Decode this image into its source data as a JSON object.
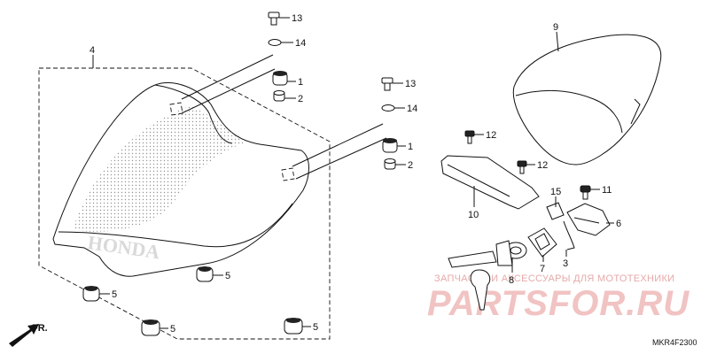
{
  "diagram": {
    "code": "MKR4F2300",
    "direction_label": "FR.",
    "seat_logo_text": "HONDA",
    "watermark": {
      "line1": "ЗАПЧАСТИ И АКСЕССУАРЫ ДЛЯ МОТОТЕХНИКИ",
      "line2": "PARTSFOR.RU"
    },
    "callouts": [
      {
        "id": "13a",
        "label": "13"
      },
      {
        "id": "14a",
        "label": "14"
      },
      {
        "id": "4",
        "label": "4"
      },
      {
        "id": "1a",
        "label": "1"
      },
      {
        "id": "2a",
        "label": "2"
      },
      {
        "id": "13b",
        "label": "13"
      },
      {
        "id": "14b",
        "label": "14"
      },
      {
        "id": "1b",
        "label": "1"
      },
      {
        "id": "2b",
        "label": "2"
      },
      {
        "id": "9",
        "label": "9"
      },
      {
        "id": "12a",
        "label": "12"
      },
      {
        "id": "12b",
        "label": "12"
      },
      {
        "id": "10",
        "label": "10"
      },
      {
        "id": "15",
        "label": "15"
      },
      {
        "id": "11",
        "label": "11"
      },
      {
        "id": "6",
        "label": "6"
      },
      {
        "id": "8",
        "label": "8"
      },
      {
        "id": "7",
        "label": "7"
      },
      {
        "id": "3",
        "label": "3"
      },
      {
        "id": "5a",
        "label": "5"
      },
      {
        "id": "5b",
        "label": "5"
      },
      {
        "id": "5c",
        "label": "5"
      },
      {
        "id": "5d",
        "label": "5"
      }
    ]
  }
}
